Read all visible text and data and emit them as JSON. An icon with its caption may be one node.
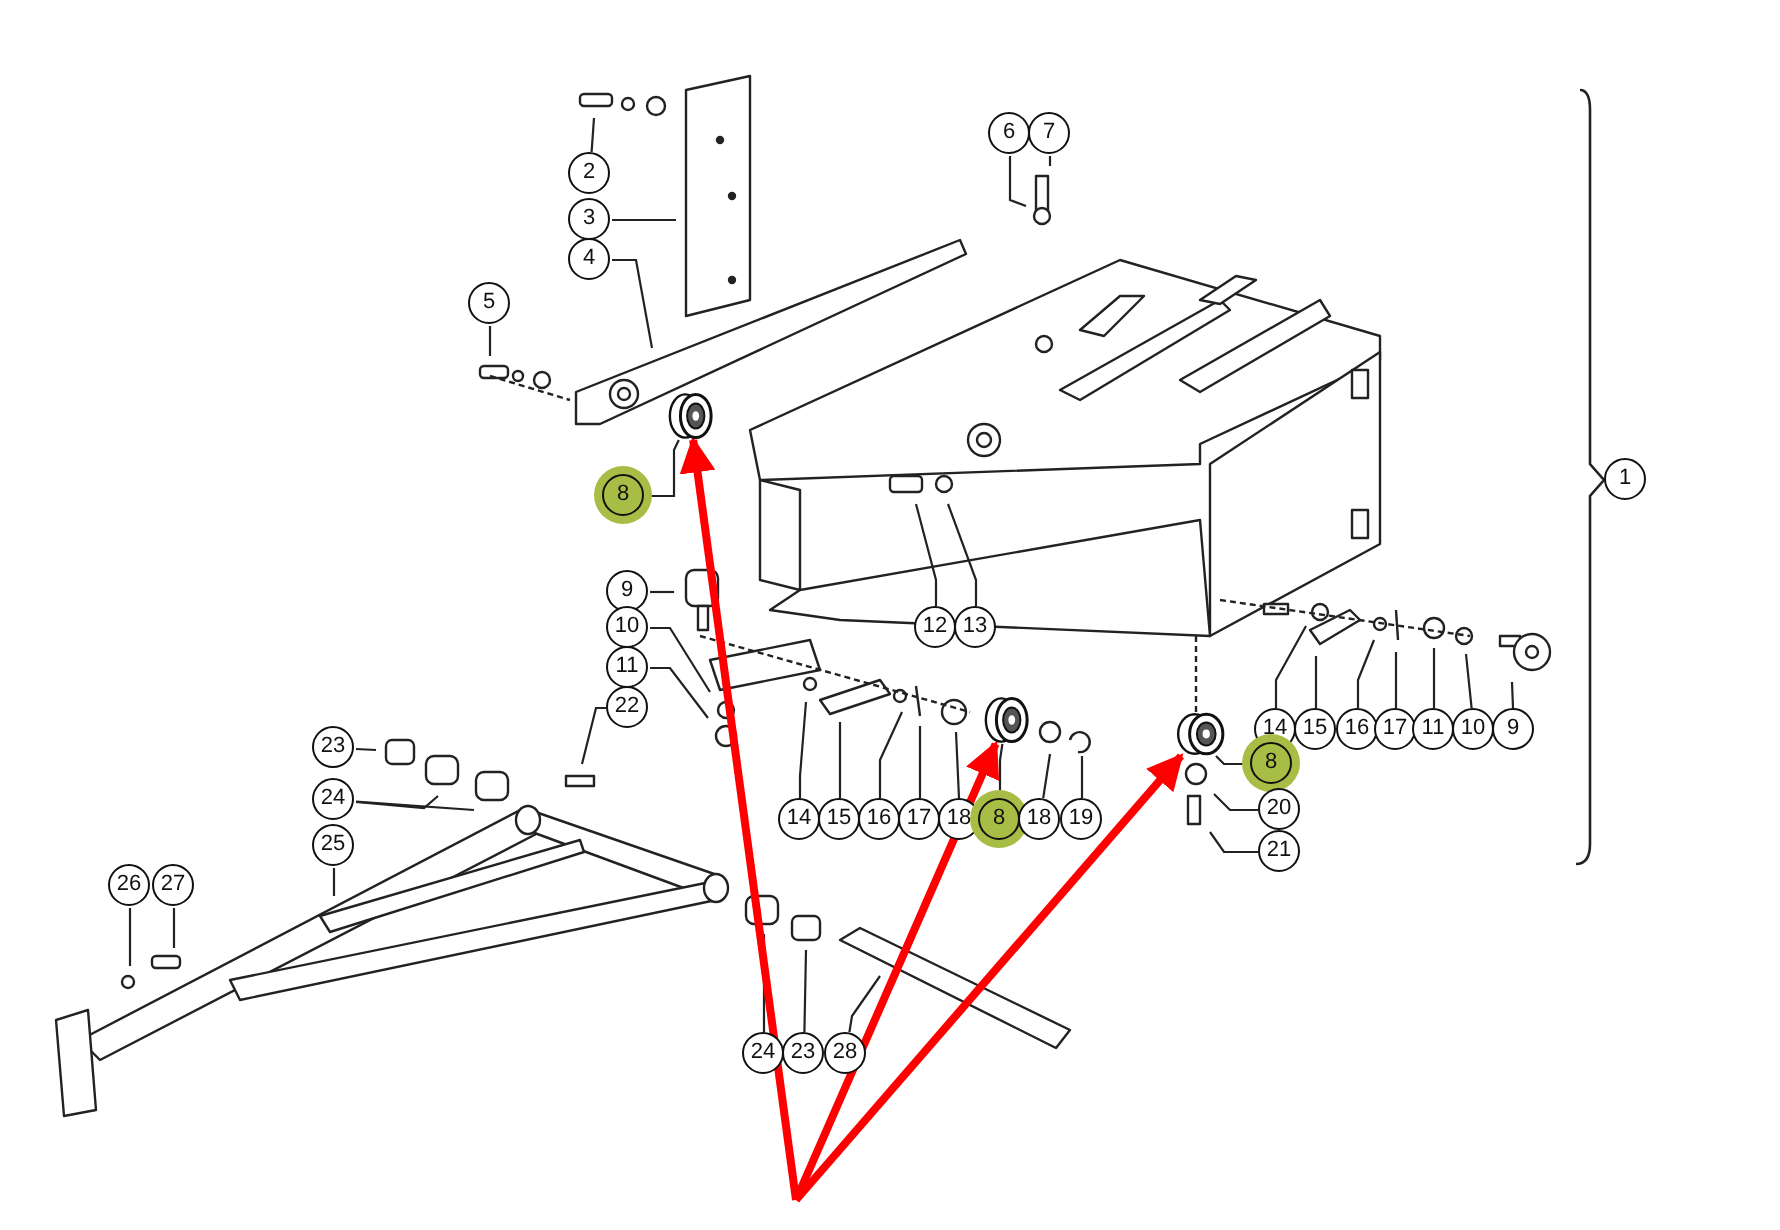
{
  "diagram": {
    "nodes": [
      {
        "text": [
          "2"
        ]
      },
      {
        "text": [
          "3"
        ]
      },
      {
        "text": [
          "4"
        ]
      },
      {
        "text": [
          "5"
        ]
      },
      {
        "text": [
          "6"
        ]
      },
      {
        "text": [
          "7"
        ]
      },
      {
        "text": [
          "1"
        ]
      },
      {
        "text": [
          "8"
        ]
      },
      {
        "text": [
          "9"
        ]
      },
      {
        "text": [
          "10"
        ]
      },
      {
        "text": [
          "11"
        ]
      },
      {
        "text": [
          "12"
        ]
      },
      {
        "text": [
          "13"
        ]
      },
      {
        "text": [
          "22"
        ]
      },
      {
        "text": [
          "14"
        ]
      },
      {
        "text": [
          "15"
        ]
      },
      {
        "text": [
          "16"
        ]
      },
      {
        "text": [
          "17"
        ]
      },
      {
        "text": [
          "11"
        ]
      },
      {
        "text": [
          "10"
        ]
      },
      {
        "text": [
          "9"
        ]
      },
      {
        "text": [
          "23"
        ]
      },
      {
        "text": [
          "24"
        ]
      },
      {
        "text": [
          "25"
        ]
      },
      {
        "text": [
          "14"
        ]
      },
      {
        "text": [
          "15"
        ]
      },
      {
        "text": [
          "16"
        ]
      },
      {
        "text": [
          "17"
        ]
      },
      {
        "text": [
          "18"
        ]
      },
      {
        "text": [
          "8"
        ]
      },
      {
        "text": [
          "18"
        ]
      },
      {
        "text": [
          "19"
        ]
      },
      {
        "text": [
          "8"
        ]
      },
      {
        "text": [
          "20"
        ]
      },
      {
        "text": [
          "21"
        ]
      },
      {
        "text": [
          "26"
        ]
      },
      {
        "text": [
          "27"
        ]
      },
      {
        "text": [
          "24"
        ]
      },
      {
        "text": [
          "23"
        ]
      },
      {
        "text": [
          "28"
        ]
      },
      {
        "text": [],
        "shape": "picture"
      },
      {
        "text": [],
        "shape": "picture"
      },
      {
        "text": [],
        "shape": "picture"
      }
    ],
    "edges": [
      {
        "from": 0,
        "to": null,
        "arrow": "none"
      },
      {
        "from": 1,
        "to": null,
        "arrow": "none"
      },
      {
        "from": 2,
        "to": null,
        "arrow": "none"
      },
      {
        "from": 3,
        "to": null,
        "arrow": "none"
      },
      {
        "from": 4,
        "to": null,
        "arrow": "none"
      },
      {
        "from": 5,
        "to": null,
        "arrow": "none"
      },
      {
        "from": 7,
        "to": 40,
        "arrow": "none"
      },
      {
        "from": 8,
        "to": null,
        "arrow": "none"
      },
      {
        "from": 9,
        "to": null,
        "arrow": "none"
      },
      {
        "from": 10,
        "to": null,
        "arrow": "none"
      },
      {
        "from": 11,
        "to": null,
        "arrow": "none"
      },
      {
        "from": 12,
        "to": null,
        "arrow": "none"
      },
      {
        "from": 13,
        "to": null,
        "arrow": "none"
      },
      {
        "from": 14,
        "to": null,
        "arrow": "none"
      },
      {
        "from": 15,
        "to": null,
        "arrow": "none"
      },
      {
        "from": 16,
        "to": null,
        "arrow": "none"
      },
      {
        "from": 17,
        "to": null,
        "arrow": "none"
      },
      {
        "from": 18,
        "to": null,
        "arrow": "none"
      },
      {
        "from": 19,
        "to": null,
        "arrow": "none"
      },
      {
        "from": 20,
        "to": null,
        "arrow": "none"
      },
      {
        "from": 21,
        "to": null,
        "arrow": "none"
      },
      {
        "from": 22,
        "to": null,
        "arrow": "none"
      },
      {
        "from": 22,
        "to": null,
        "arrow": "none"
      },
      {
        "from": 23,
        "to": null,
        "arrow": "none"
      },
      {
        "from": 24,
        "to": null,
        "arrow": "none"
      },
      {
        "from": 25,
        "to": null,
        "arrow": "none"
      },
      {
        "from": 26,
        "to": null,
        "arrow": "none"
      },
      {
        "from": 27,
        "to": null,
        "arrow": "none"
      },
      {
        "from": 28,
        "to": null,
        "arrow": "none"
      },
      {
        "from": 29,
        "to": 41,
        "arrow": "none"
      },
      {
        "from": 30,
        "to": null,
        "arrow": "none"
      },
      {
        "from": 31,
        "to": null,
        "arrow": "none"
      },
      {
        "from": 32,
        "to": 42,
        "arrow": "none"
      },
      {
        "from": 33,
        "to": null,
        "arrow": "none"
      },
      {
        "from": 34,
        "to": null,
        "arrow": "none"
      },
      {
        "from": 35,
        "to": null,
        "arrow": "none"
      },
      {
        "from": 36,
        "to": null,
        "arrow": "none"
      },
      {
        "from": 37,
        "to": null,
        "arrow": "none"
      },
      {
        "from": 38,
        "to": null,
        "arrow": "none"
      },
      {
        "from": 39,
        "to": null,
        "arrow": "none"
      },
      {
        "from": null,
        "to": 40,
        "arrow": "to",
        "style": "thick",
        "color": "#ff0000"
      },
      {
        "from": null,
        "to": 41,
        "arrow": "to",
        "style": "thick",
        "color": "#ff0000"
      },
      {
        "from": null,
        "to": 42,
        "arrow": "to",
        "style": "thick",
        "color": "#ff0000"
      }
    ]
  }
}
